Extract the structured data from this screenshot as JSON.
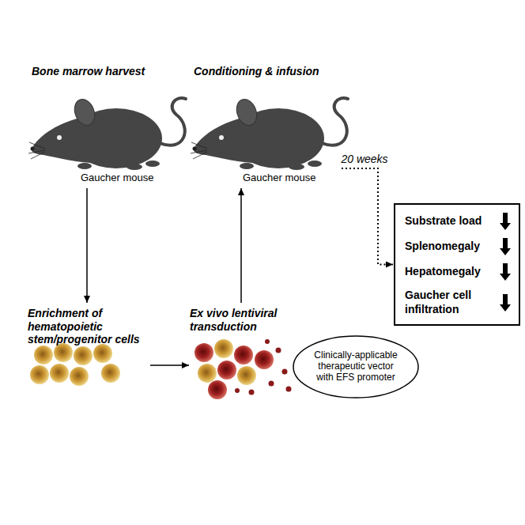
{
  "diagram": {
    "nodes": [
      {
        "text": [
          "Bone marrow harvest",
          "Gaucher mouse"
        ]
      },
      {
        "text": [
          "Conditioning & infusion",
          "Gaucher mouse"
        ]
      },
      {
        "text": [
          "Substrate load",
          "Splenomegaly",
          "Hepatomegaly",
          "Gaucher cell infiltration"
        ]
      },
      {
        "text": [
          "Enrichment of hematopoietic stem/progenitor cells"
        ]
      },
      {
        "text": [
          "Ex vivo lentiviral transduction"
        ]
      },
      {
        "text": [
          "Clinically-applicable therapeutic vector with EFS promoter"
        ]
      }
    ],
    "edges": [
      {
        "from": 0,
        "to": 3,
        "arrow": "to"
      },
      {
        "from": 3,
        "to": 4,
        "arrow": "to"
      },
      {
        "from": 4,
        "to": 1,
        "arrow": "to"
      },
      {
        "from": 1,
        "to": 2,
        "label": "20 weeks",
        "arrow": "to"
      }
    ]
  }
}
